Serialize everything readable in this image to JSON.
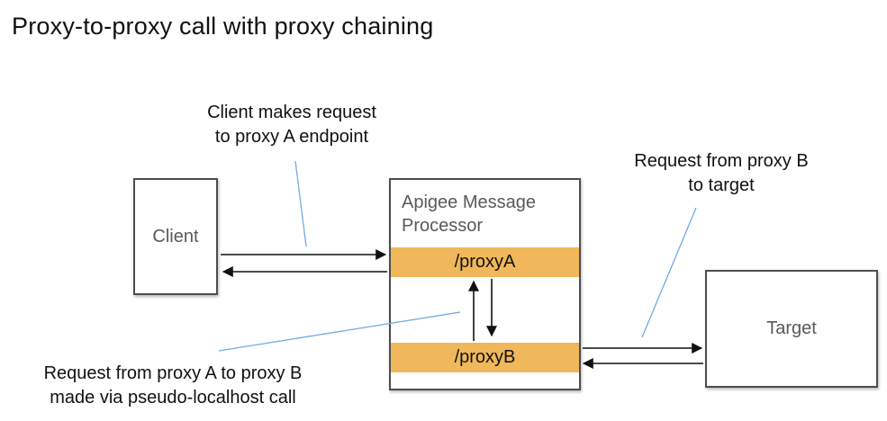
{
  "title": "Proxy-to-proxy call with proxy chaining",
  "annotations": {
    "client_request": {
      "line1": "Client makes request",
      "line2": "to proxy A endpoint"
    },
    "proxy_b_to_target": {
      "line1": "Request from proxy B",
      "line2": "to target"
    },
    "proxy_a_to_proxy_b": {
      "line1": "Request from proxy A to proxy B",
      "line2": "made via pseudo-localhost call"
    }
  },
  "nodes": {
    "client": {
      "label": "Client"
    },
    "message_processor": {
      "label": "Apigee Message Processor",
      "endpoints": [
        {
          "label": "/proxyA"
        },
        {
          "label": "/proxyB"
        }
      ]
    },
    "target": {
      "label": "Target"
    }
  },
  "colors": {
    "endpoint_bar": "#F0B85A",
    "callout_line": "#74AAE0",
    "arrow": "#111111",
    "box_border": "#4D4D4D",
    "box_label": "#595959",
    "title_text": "#111111"
  }
}
